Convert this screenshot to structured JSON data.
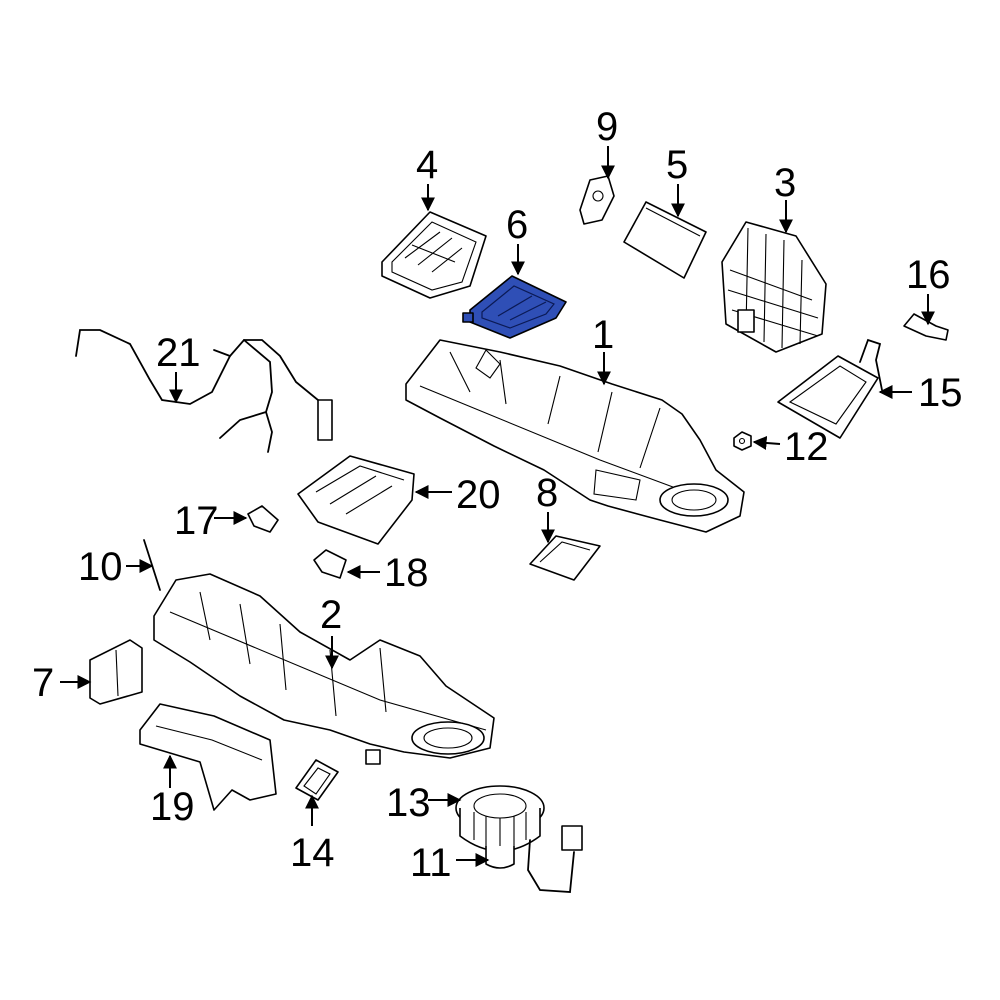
{
  "highlight_color": "#2f4fb6",
  "callouts": {
    "c1": "1",
    "c2": "2",
    "c3": "3",
    "c4": "4",
    "c5": "5",
    "c6": "6",
    "c7": "7",
    "c8": "8",
    "c9": "9",
    "c10": "10",
    "c11": "11",
    "c12": "12",
    "c13": "13",
    "c14": "14",
    "c15": "15",
    "c16": "16",
    "c17": "17",
    "c18": "18",
    "c19": "19",
    "c20": "20",
    "c21": "21"
  },
  "highlighted_part": "6"
}
